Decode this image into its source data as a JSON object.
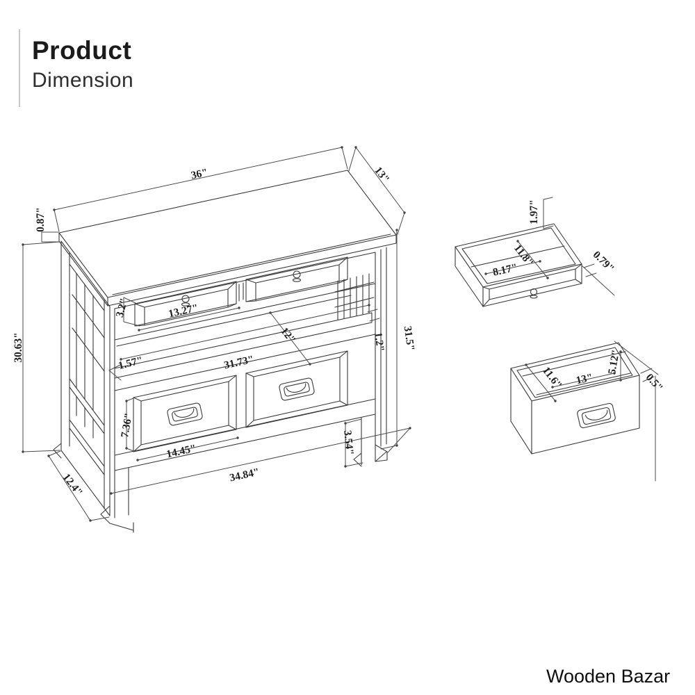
{
  "header": {
    "title_line1": "Product",
    "title_line2": "Dimension"
  },
  "brand": {
    "name": "Wooden Bazar"
  },
  "diagram": {
    "main_cabinet": {
      "dims": {
        "top_width": "36\"",
        "top_depth": "13\"",
        "top_thickness": "0.87\"",
        "small_drawer_height": "3.2\"",
        "small_drawer_width": "13.27\"",
        "side_height": "30.63\"",
        "shelf_lip": "1.57\"",
        "shelf_width": "31.73\"",
        "shelf_depth": "12\"",
        "shelf_thickness": "1.2\"",
        "overall_height": "31.5\"",
        "drawer_front_height": "7.36\"",
        "drawer_front_width": "14.45\"",
        "leg_height": "3.54\"",
        "base_width": "34.84\"",
        "base_depth": "12.4\""
      }
    },
    "top_drawer_unit": {
      "dims": {
        "height": "1.97\"",
        "depth": "11.8\"",
        "width": "8.17\"",
        "front_thickness": "0.79\""
      }
    },
    "bottom_drawer_unit": {
      "dims": {
        "depth": "11.6\"",
        "width": "13\"",
        "height": "5.12\"",
        "side_thickness": "0.5\""
      }
    }
  }
}
